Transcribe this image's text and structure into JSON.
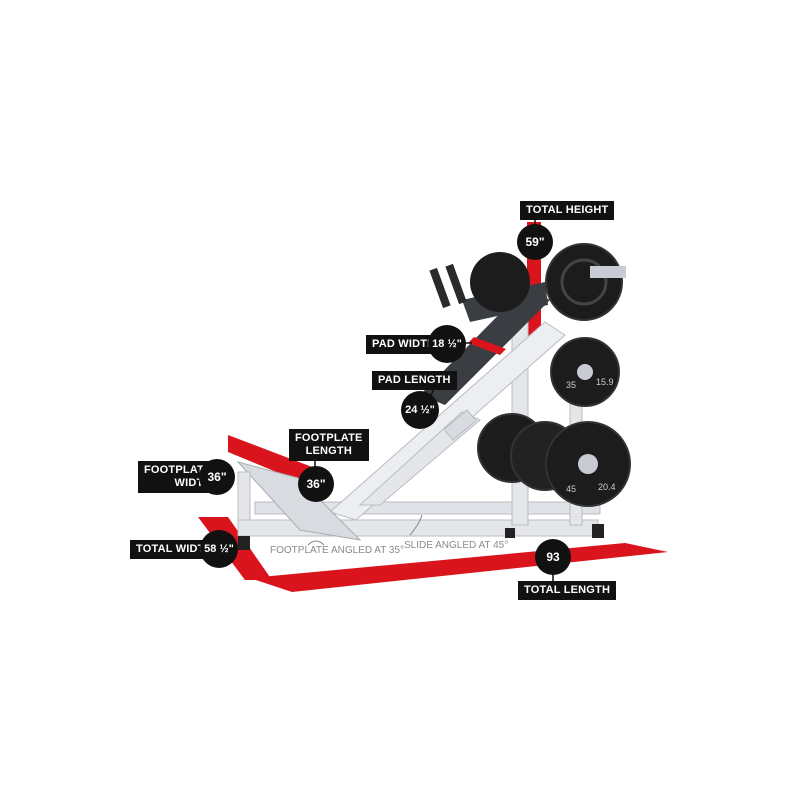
{
  "colors": {
    "accent_red": "#d9141c",
    "frame": "#e4e6ea",
    "label_bg": "#111111",
    "pad": "#3a3d42",
    "plate": "#1c1c1c"
  },
  "dimensions": {
    "total_height": {
      "label": "TOTAL HEIGHT",
      "value": "59\""
    },
    "pad_width": {
      "label": "PAD WIDTH",
      "value": "18 ½\""
    },
    "pad_length": {
      "label": "PAD LENGTH",
      "value": "24 ½\""
    },
    "footplate_length": {
      "label": "FOOTPLATE\nLENGTH",
      "value": "36\""
    },
    "footplate_width": {
      "label": "FOOTPLATE\nWIDTH",
      "value": "36\""
    },
    "total_width": {
      "label": "TOTAL WIDTH",
      "value": "58 ½\""
    },
    "total_length": {
      "label": "TOTAL LENGTH",
      "value": "93"
    }
  },
  "notes": {
    "footplate_angle": "FOOTPLATE ANGLED AT 35°",
    "slide_angle": "SLIDE ANGLED AT 45°"
  },
  "plate_labels": {
    "top_plate": "",
    "mid_plate_left": "35",
    "mid_plate_right": "15.9",
    "bottom_plate_left": "45",
    "bottom_plate_right": "20.4"
  }
}
